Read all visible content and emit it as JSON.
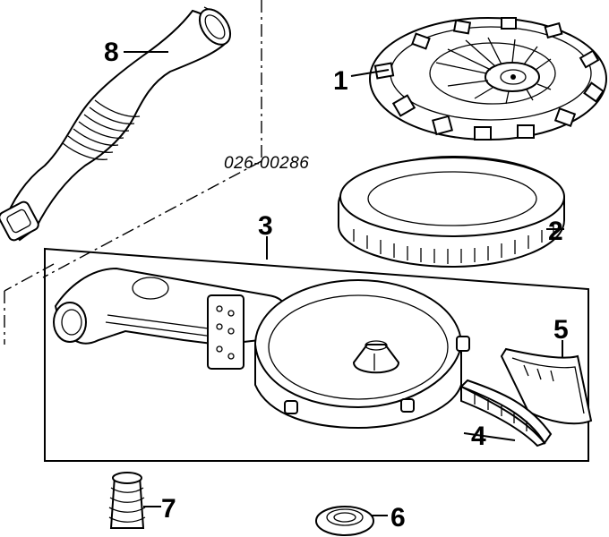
{
  "diagram": {
    "part_number": "026-00286",
    "callouts": [
      {
        "id": "1",
        "label": "1"
      },
      {
        "id": "2",
        "label": "2"
      },
      {
        "id": "3",
        "label": "3"
      },
      {
        "id": "4",
        "label": "4"
      },
      {
        "id": "5",
        "label": "5"
      },
      {
        "id": "6",
        "label": "6"
      },
      {
        "id": "7",
        "label": "7"
      },
      {
        "id": "8",
        "label": "8"
      }
    ],
    "colors": {
      "line": "#000000",
      "background": "#ffffff"
    }
  }
}
